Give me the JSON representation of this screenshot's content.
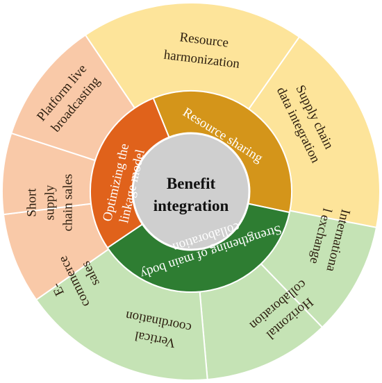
{
  "center": {
    "line1": "Benefit",
    "line2": "integration",
    "color": "#cfcfcf"
  },
  "inner_ring": [
    {
      "key": "resource_sharing",
      "lines": [
        "Resource sharing"
      ],
      "color": "#d4951a"
    },
    {
      "key": "strengthening",
      "lines": [
        "Strengthening of main body",
        "collaboration"
      ],
      "color": "#2e7d32"
    },
    {
      "key": "optimizing",
      "lines": [
        "Optimizing the",
        "linkage model"
      ],
      "color": "#e0621b"
    }
  ],
  "outer_ring": [
    {
      "key": "resource_harmonization",
      "lines": [
        "Resource",
        "harmonization"
      ],
      "color": "#fde49a"
    },
    {
      "key": "supply_chain_data",
      "lines": [
        "Supply chain",
        "data integration"
      ],
      "color": "#fde49a"
    },
    {
      "key": "international_exchange",
      "lines": [
        "Internationa",
        "l exchange"
      ],
      "color": "#c5e3b5"
    },
    {
      "key": "horizontal_collaboration",
      "lines": [
        "Horizontal",
        "collaboration"
      ],
      "color": "#c5e3b5"
    },
    {
      "key": "vertical_coordination",
      "lines": [
        "Vertical",
        "coordination"
      ],
      "color": "#c5e3b5"
    },
    {
      "key": "e_commerce_sales",
      "lines": [
        "E-",
        "commerce",
        "sales"
      ],
      "color": "#f9c9a8"
    },
    {
      "key": "short_supply_chain_sales",
      "lines": [
        "Short",
        "supply",
        "chain sales"
      ],
      "color": "#f9c9a8"
    },
    {
      "key": "platform_live_broadcasting",
      "lines": [
        "Platform live",
        "broadcasting"
      ],
      "color": "#f9c9a8"
    }
  ]
}
